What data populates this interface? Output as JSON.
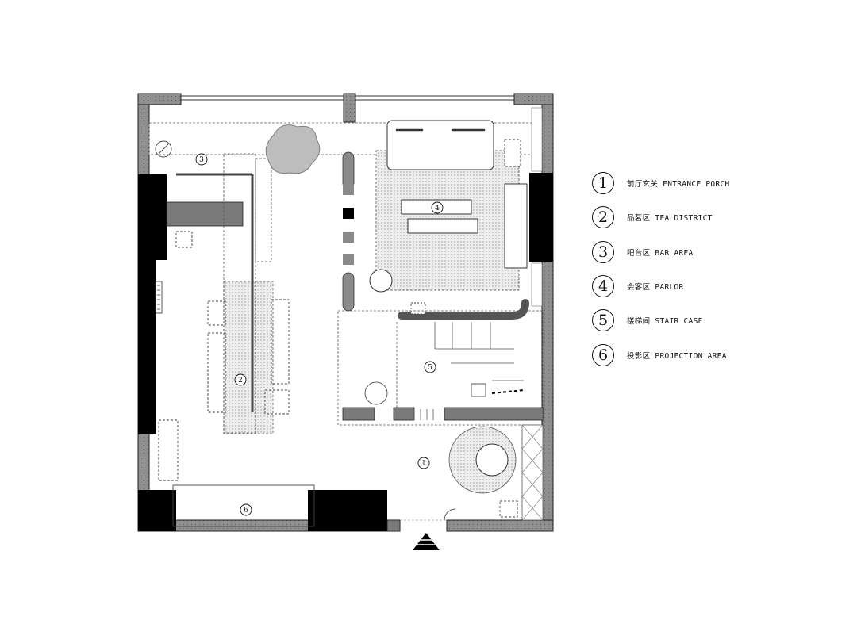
{
  "legend": [
    {
      "number": "1",
      "label": "前厅玄关 ENTRANCE PORCH"
    },
    {
      "number": "2",
      "label": "品茗区 TEA DISTRICT"
    },
    {
      "number": "3",
      "label": "吧台区 BAR AREA"
    },
    {
      "number": "4",
      "label": "会客区 PARLOR"
    },
    {
      "number": "5",
      "label": "楼梯间 STAIR CASE"
    },
    {
      "number": "6",
      "label": "投影区 PROJECTION AREA"
    }
  ],
  "plan_markers": {
    "entrance": "1",
    "tea": "2",
    "bar": "3",
    "parlor": "4",
    "stair": "5",
    "projection": "6"
  },
  "colors": {
    "wall": "#8a8a8a",
    "column": "#000000",
    "line": "#333333",
    "rug": "#e6e6e6"
  }
}
